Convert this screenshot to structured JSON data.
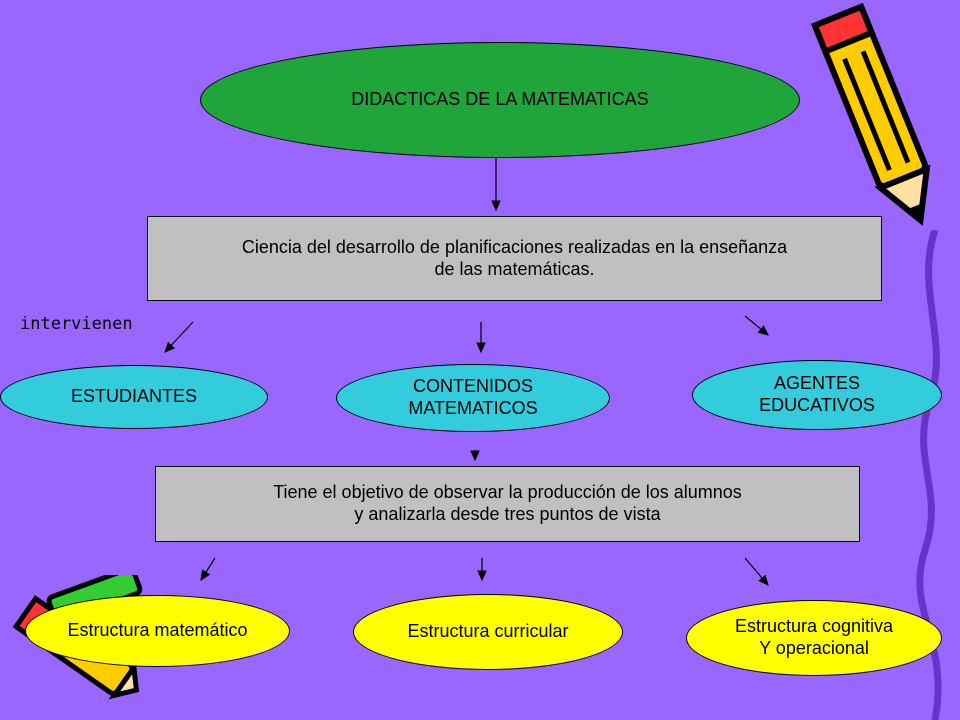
{
  "title": "DIDACTICAS DE LA MATEMATICAS",
  "definition": {
    "line1": "Ciencia del desarrollo de planificaciones realizadas en la enseñanza",
    "line2": "de las matemáticas."
  },
  "connector_label": "intervienen",
  "participants": [
    {
      "line1": "ESTUDIANTES",
      "line2": ""
    },
    {
      "line1": "CONTENIDOS",
      "line2": "MATEMATICOS"
    },
    {
      "line1": "AGENTES",
      "line2": "EDUCATIVOS"
    }
  ],
  "objective": {
    "line1": "Tiene el objetivo de observar la producción de los alumnos",
    "line2": "y analizarla desde tres puntos de vista"
  },
  "structures": [
    {
      "line1": "Estructura matemático",
      "line2": ""
    },
    {
      "line1": "Estructura curricular",
      "line2": ""
    },
    {
      "line1": "Estructura cognitiva",
      "line2": "Y operacional"
    }
  ],
  "colors": {
    "background": "#9966ff",
    "title_fill": "#1fa53a",
    "participant_fill": "#33ccdd",
    "structure_fill": "#ffff00",
    "box_fill": "#c0c0c0"
  },
  "decorations": [
    "pencil-icon-top-right",
    "pencil-icon-bottom-left",
    "squiggle-line-right"
  ]
}
